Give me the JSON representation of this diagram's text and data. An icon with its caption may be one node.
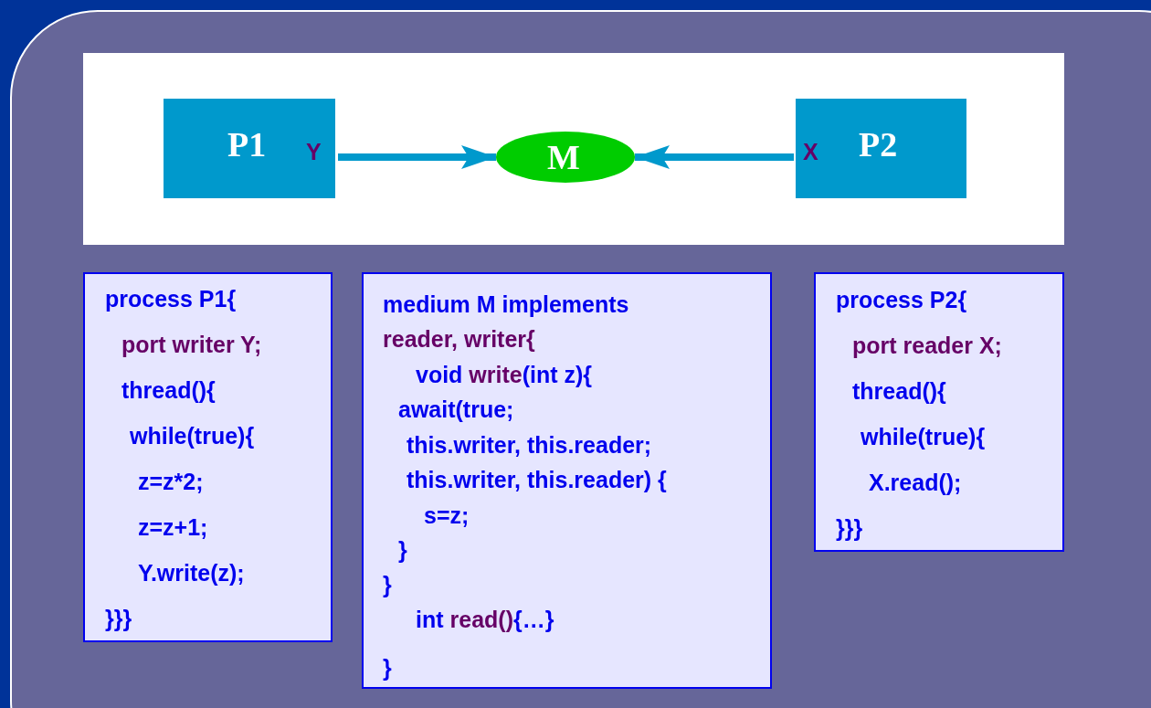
{
  "diagram": {
    "nodes": [
      {
        "text": [
          "P1",
          "Y"
        ]
      },
      {
        "text": [
          "M"
        ]
      },
      {
        "text": [
          "X",
          "P2"
        ]
      },
      {
        "text": [
          "process P1{",
          "port writer Y;",
          "thread(){",
          "while(true){",
          "z=z*2;",
          "z=z+1;",
          "Y.write(z);",
          "}}}"
        ]
      },
      {
        "text": [
          "medium M implements",
          "reader, writer{",
          "void write(int z){",
          "await(true;",
          "this.writer, this.reader;",
          "this.writer, this.reader) {",
          "s=z;",
          "}",
          "}",
          "int read(){…}",
          "}"
        ]
      },
      {
        "text": [
          "process P2{",
          "port reader X;",
          "thread(){",
          "while(true){",
          "X.read();",
          "}}}"
        ]
      }
    ],
    "edges": [
      {
        "from": 0,
        "to": 1,
        "arrow": "to"
      },
      {
        "from": 2,
        "to": 1,
        "arrow": "to"
      }
    ]
  }
}
